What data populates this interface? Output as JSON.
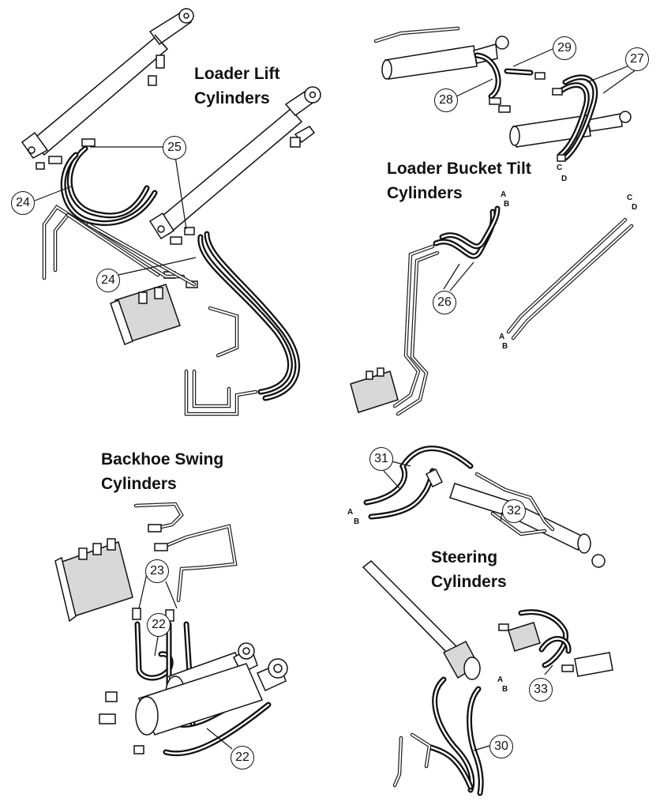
{
  "sections": {
    "loader_lift": {
      "title_line1": "Loader Lift",
      "title_line2": "Cylinders"
    },
    "loader_bucket_tilt": {
      "title_line1": "Loader Bucket Tilt",
      "title_line2": "Cylinders"
    },
    "backhoe_swing": {
      "title_line1": "Backhoe Swing",
      "title_line2": "Cylinders"
    },
    "steering": {
      "title_line1": "Steering",
      "title_line2": "Cylinders"
    }
  },
  "callouts": {
    "c24a": "24",
    "c25": "25",
    "c24b": "24",
    "c29": "29",
    "c27": "27",
    "c28": "28",
    "c26": "26",
    "c23": "23",
    "c22a": "22",
    "c22b": "22",
    "c31": "31",
    "c32": "32",
    "c33": "33",
    "c30": "30"
  },
  "port_labels": {
    "tilt_top_c": "C",
    "tilt_top_d": "D",
    "tilt_mid_a": "A",
    "tilt_mid_b": "B",
    "tilt_right_c": "C",
    "tilt_right_d": "D",
    "tilt_bot_a": "A",
    "tilt_bot_b": "B",
    "steer_left_a": "A",
    "steer_left_b": "B",
    "steer_bot_a": "A",
    "steer_bot_b": "B"
  }
}
